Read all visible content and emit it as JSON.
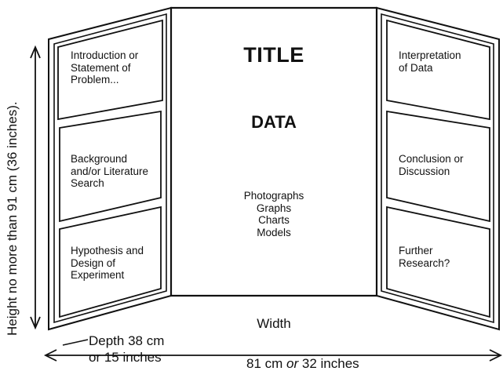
{
  "center_panel": {
    "title": "TITLE",
    "data_heading": "DATA",
    "items": [
      "Photographs",
      "Graphs",
      "Charts",
      "Models"
    ]
  },
  "left_panel": {
    "sections": [
      "Introduction or\nStatement of\nProblem...",
      "Background\nand/or Literature\nSearch",
      "Hypothesis and\nDesign of\nExperiment"
    ]
  },
  "right_panel": {
    "sections": [
      "Interpretation\nof Data",
      "Conclusion or\nDiscussion",
      "Further\nResearch?"
    ]
  },
  "dimensions": {
    "height_label": "Height no more than 91 cm (36 inches).",
    "width_label": "Width",
    "depth_label": "Depth 38 cm\nor 15 inches",
    "total_width_label": "81 cm or 32 inches",
    "total_width_parts": [
      "81 cm ",
      "or",
      " 32 inches"
    ]
  }
}
